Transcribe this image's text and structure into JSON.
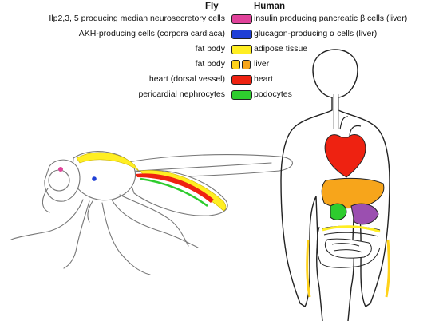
{
  "headers": {
    "fly": "Fly",
    "human": "Human"
  },
  "legend": [
    {
      "fly": "Ilp2,3, 5 producing median neurosecretory cells",
      "human": "insulin producing pancreatic β cells (liver)",
      "colors": [
        "#e0429a"
      ]
    },
    {
      "fly": "AKH-producing cells (corpora cardiaca)",
      "human": "glucagon-producing α cells (liver)",
      "colors": [
        "#1f3fd6"
      ]
    },
    {
      "fly": "fat body",
      "human": "adipose tissue",
      "colors": [
        "#ffee22"
      ]
    },
    {
      "fly": "fat body",
      "human": "liver",
      "colors": [
        "#ffd21a",
        "#f7a51b"
      ]
    },
    {
      "fly": "heart (dorsal vessel)",
      "human": "heart",
      "colors": [
        "#ee2211"
      ]
    },
    {
      "fly": "pericardial nephrocytes",
      "human": "podocytes",
      "colors": [
        "#2ecc2e"
      ]
    }
  ]
}
